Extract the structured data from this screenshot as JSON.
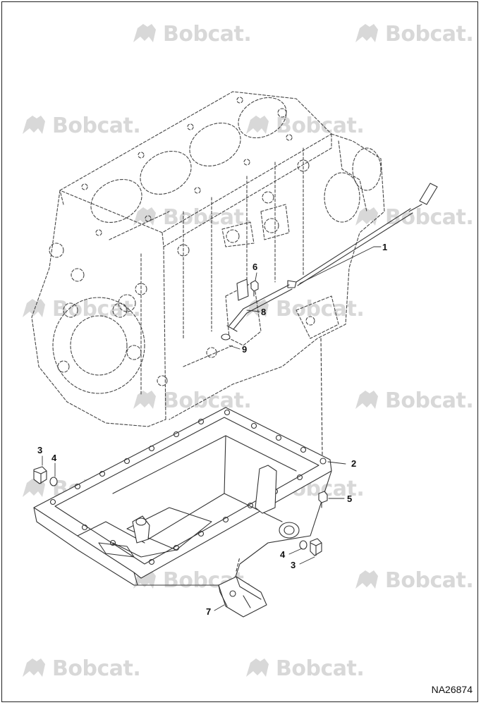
{
  "figure": {
    "reference_code": "NA26874",
    "watermark_text": "Bobcat."
  },
  "callouts": [
    {
      "id": "c1",
      "label": "1"
    },
    {
      "id": "c2",
      "label": "2"
    },
    {
      "id": "c3a",
      "label": "3"
    },
    {
      "id": "c3b",
      "label": "3"
    },
    {
      "id": "c4a",
      "label": "4"
    },
    {
      "id": "c4b",
      "label": "4"
    },
    {
      "id": "c5",
      "label": "5"
    },
    {
      "id": "c6",
      "label": "6"
    },
    {
      "id": "c7",
      "label": "7"
    },
    {
      "id": "c8",
      "label": "8"
    },
    {
      "id": "c9",
      "label": "9"
    }
  ],
  "colors": {
    "line": "#333333",
    "watermark": "#d8d8d8"
  }
}
